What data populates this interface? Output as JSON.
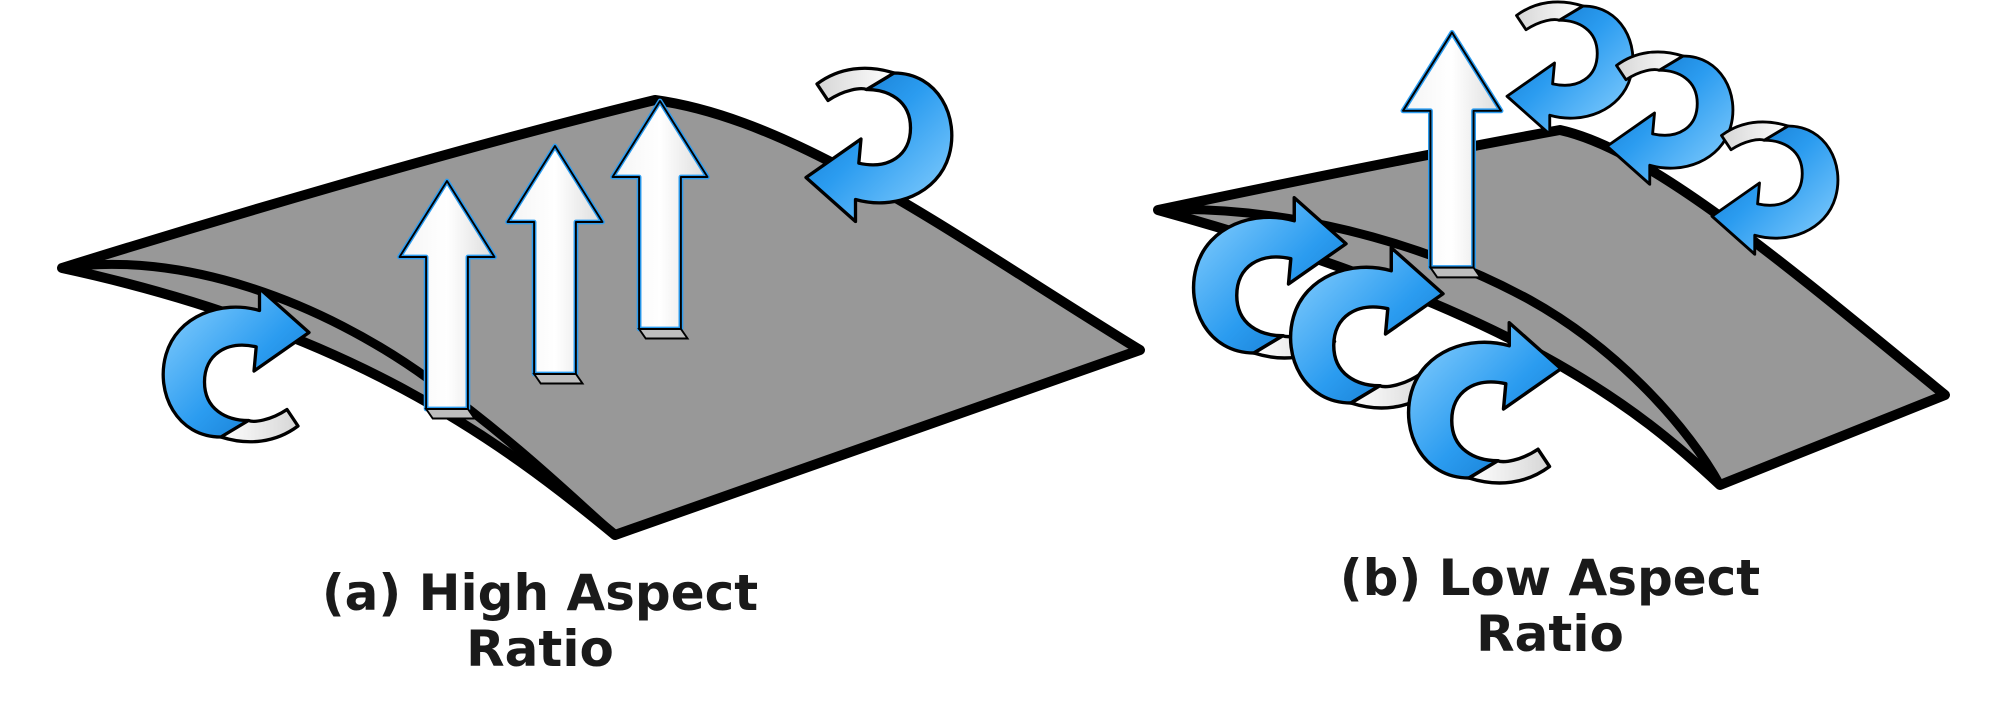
{
  "diagram": {
    "panel_a": {
      "caption_line1": "(a) High Aspect",
      "caption_line2": "Ratio"
    },
    "panel_b": {
      "caption_line1": "(b) Low Aspect",
      "caption_line2": "Ratio"
    }
  },
  "colors": {
    "wing_fill": "#989898",
    "wing_outline": "#000000",
    "arrow_blue": "#2b9cf0",
    "arrow_blue_light": "#8fd3ff",
    "lift_arrow_fill": "#ffffff"
  }
}
